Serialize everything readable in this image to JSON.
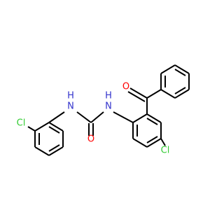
{
  "molecule": {
    "atoms": {
      "cl_left": {
        "text": "Cl",
        "color": "#33cc33"
      },
      "cl_right": {
        "text": "Cl",
        "color": "#33cc33"
      },
      "nh_left": {
        "text": "N",
        "sub": "H",
        "color": "#3333cc"
      },
      "nh_right": {
        "text": "N",
        "sub": "H",
        "color": "#3333cc"
      },
      "o_urea": {
        "text": "O",
        "color": "#ff0000"
      },
      "o_ketone": {
        "text": "O",
        "color": "#ff0000"
      }
    },
    "colors": {
      "bond": "#000000",
      "carbon": "#000000",
      "nitrogen": "#3333cc",
      "oxygen": "#ff0000",
      "chlorine": "#33cc33"
    }
  }
}
